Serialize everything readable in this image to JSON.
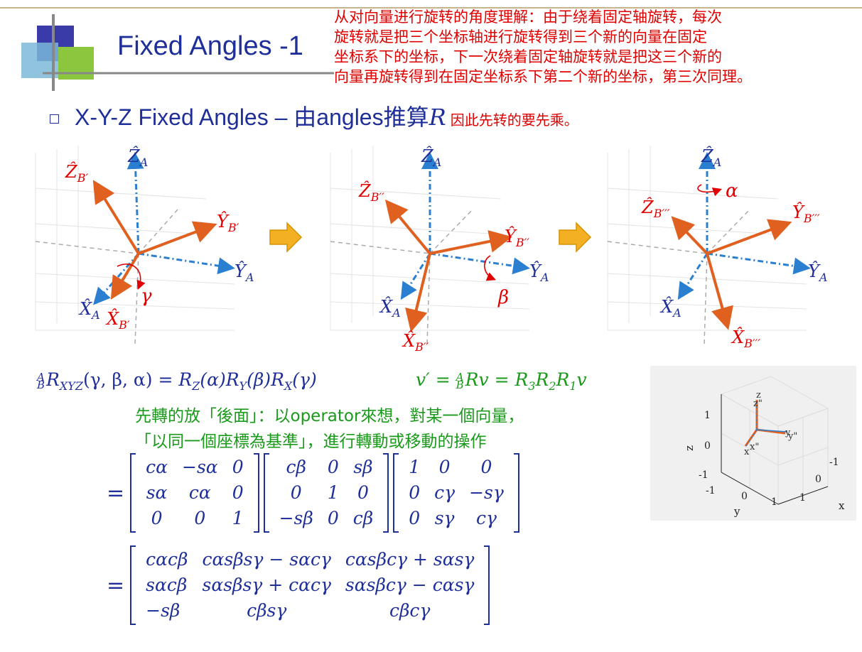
{
  "title": "Fixed Angles -1",
  "note_lines": [
    "从对向量进行旋转的角度理解：由于绕着固定轴旋转，每次",
    "旋转就是把三个坐标轴进行旋转得到三个新的向量在固定",
    "坐标系下的坐标，下一次绕着固定轴旋转就是把这三个新的",
    "向量再旋转得到在固定坐标系下第二个新的坐标，第三次同理。"
  ],
  "bullet": {
    "text": "X-Y-Z Fixed Angles – 由angles推算",
    "symbol": "R",
    "note": "因此先转的要先乘。"
  },
  "diagram_labels": {
    "za": "Ẑ",
    "za_sub": "A",
    "ya": "Ŷ",
    "ya_sub": "A",
    "xa": "X̂",
    "xa_sub": "A",
    "b1": "B′",
    "b2": "B′′",
    "b3": "B′′′",
    "zb": "Ẑ",
    "yb": "Ŷ",
    "xb": "X̂",
    "gamma": "γ",
    "beta": "β",
    "alpha": "α"
  },
  "formula_main": "ᴬ_B R_XYZ(γ, β, α) = R_Z(α)R_Y(β)R_X(γ)",
  "formula_main_parts": {
    "sup": "A",
    "sub": "B",
    "R": "R",
    "xyz": "XYZ",
    "args": "(γ, β, α) = ",
    "rz": "R",
    "rz_sub": "Z",
    "rz_arg": "(α)",
    "ry": "R",
    "ry_sub": "Y",
    "ry_arg": "(β)",
    "rx": "R",
    "rx_sub": "X",
    "rx_arg": "(γ)"
  },
  "formula_v": {
    "lhs": "v′ = ",
    "sup": "A",
    "sub": "B",
    "rhs": "Rv = R",
    "r3": "3",
    "r2": "2",
    "r1": "1",
    "v": "v"
  },
  "green_lines": [
    "先轉的放「後面」：以operator來想，對某一個向量，",
    "「以同一個座標為基準」，進行轉動或移動的操作"
  ],
  "matrix_z": [
    [
      "cα",
      "−sα",
      "0"
    ],
    [
      "sα",
      "cα",
      "0"
    ],
    [
      "0",
      "0",
      "1"
    ]
  ],
  "matrix_y": [
    [
      "cβ",
      "0",
      "sβ"
    ],
    [
      "0",
      "1",
      "0"
    ],
    [
      "−sβ",
      "0",
      "cβ"
    ]
  ],
  "matrix_x": [
    [
      "1",
      "0",
      "0"
    ],
    [
      "0",
      "cγ",
      "−sγ"
    ],
    [
      "0",
      "sγ",
      "cγ"
    ]
  ],
  "matrix_result": [
    [
      "cαcβ",
      "cαsβsγ − sαcγ",
      "cαsβcγ + sαsγ"
    ],
    [
      "sαcβ",
      "sαsβsγ + cαcγ",
      "sαsβcγ − cαsγ"
    ],
    [
      "−sβ",
      "cβsγ",
      "cβcγ"
    ]
  ],
  "equals": "=",
  "inset_plot": {
    "axis_labels": {
      "z": "z",
      "x": "x",
      "y": "y"
    },
    "z_ticks": [
      "1",
      "0",
      "-1"
    ],
    "y_ticks": [
      "-1",
      "0",
      "1"
    ],
    "x_ticks": [
      "1",
      "0",
      "-1"
    ],
    "vector_labels": {
      "z": "z\"",
      "z2": "z",
      "x": "x\"",
      "x2": "x",
      "y": "y\"",
      "y2": "y"
    }
  },
  "colors": {
    "title": "#1f2f9a",
    "note": "#e00000",
    "green": "#1a9a1a",
    "rotated_axis": "#e06020",
    "fixed_axis": "#2a7fd0",
    "arrow": "#f4b023"
  }
}
